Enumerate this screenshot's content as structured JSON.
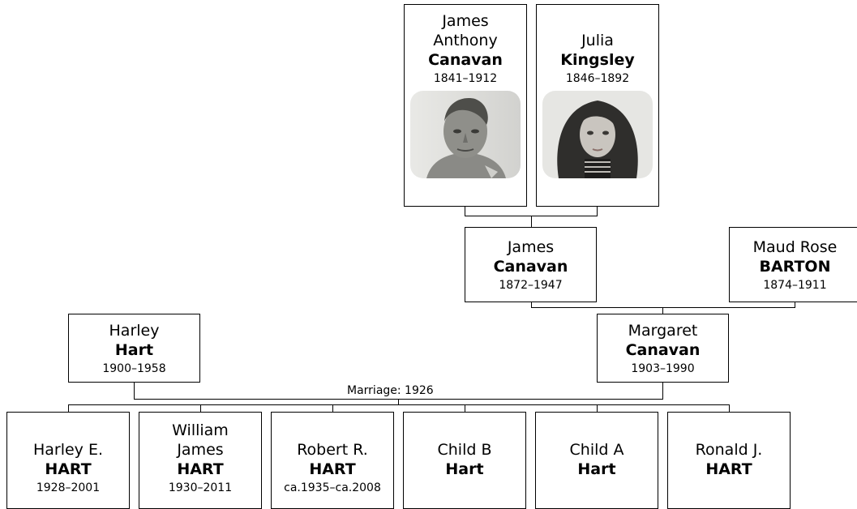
{
  "people": {
    "james_anthony": {
      "given": "James Anthony",
      "surname": "Canavan",
      "dates": "1841–1912",
      "photo": "portrait-man-sepia"
    },
    "julia": {
      "given": "Julia",
      "surname": "Kingsley",
      "dates": "1846–1892",
      "photo": "portrait-girl-sepia"
    },
    "james": {
      "given": "James",
      "surname": "Canavan",
      "dates": "1872–1947"
    },
    "maud": {
      "given": "Maud Rose",
      "surname": "BARTON",
      "dates": "1874–1911"
    },
    "harley": {
      "given": "Harley",
      "surname": "Hart",
      "dates": "1900–1958"
    },
    "margaret": {
      "given": "Margaret",
      "surname": "Canavan",
      "dates": "1903–1990"
    }
  },
  "marriage": {
    "label": "Marriage: 1926"
  },
  "children": [
    {
      "given": "Harley E.",
      "surname": "HART",
      "dates": "1928–2001"
    },
    {
      "given": "William James",
      "surname": "HART",
      "dates": "1930–2011"
    },
    {
      "given": "Robert R.",
      "surname": "HART",
      "dates": "ca.1935–ca.2008"
    },
    {
      "given": "Child B",
      "surname": "Hart",
      "dates": ""
    },
    {
      "given": "Child A",
      "surname": "Hart",
      "dates": ""
    },
    {
      "given": "Ronald J.",
      "surname": "HART",
      "dates": ""
    }
  ]
}
